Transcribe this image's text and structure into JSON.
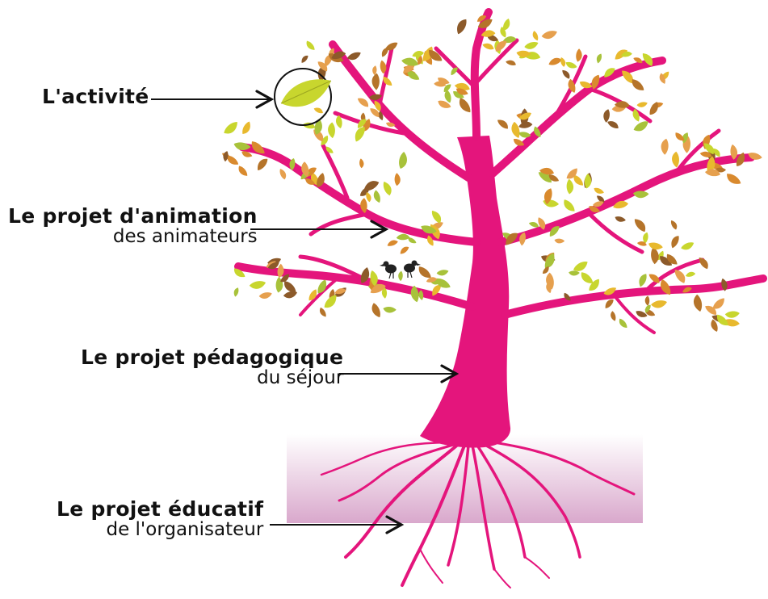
{
  "labels": {
    "activite": {
      "main": "L'activité"
    },
    "animation": {
      "main": "Le projet d'animation",
      "sub": "des animateurs"
    },
    "pedagogique": {
      "main": "Le projet pédagogique",
      "sub": "du séjour"
    },
    "educatif": {
      "main": "Le projet éducatif",
      "sub": "de l'organisateur"
    }
  },
  "colors": {
    "trunk": "#e4157c",
    "ground_top": "#ffffff",
    "ground_bottom": "#d9a8cc",
    "leaf_palette": [
      "#c8d62e",
      "#a8c23a",
      "#e8b92e",
      "#d98a2e",
      "#b5742a",
      "#8c5a2a",
      "#e6a04e"
    ],
    "ink": "#111111"
  }
}
